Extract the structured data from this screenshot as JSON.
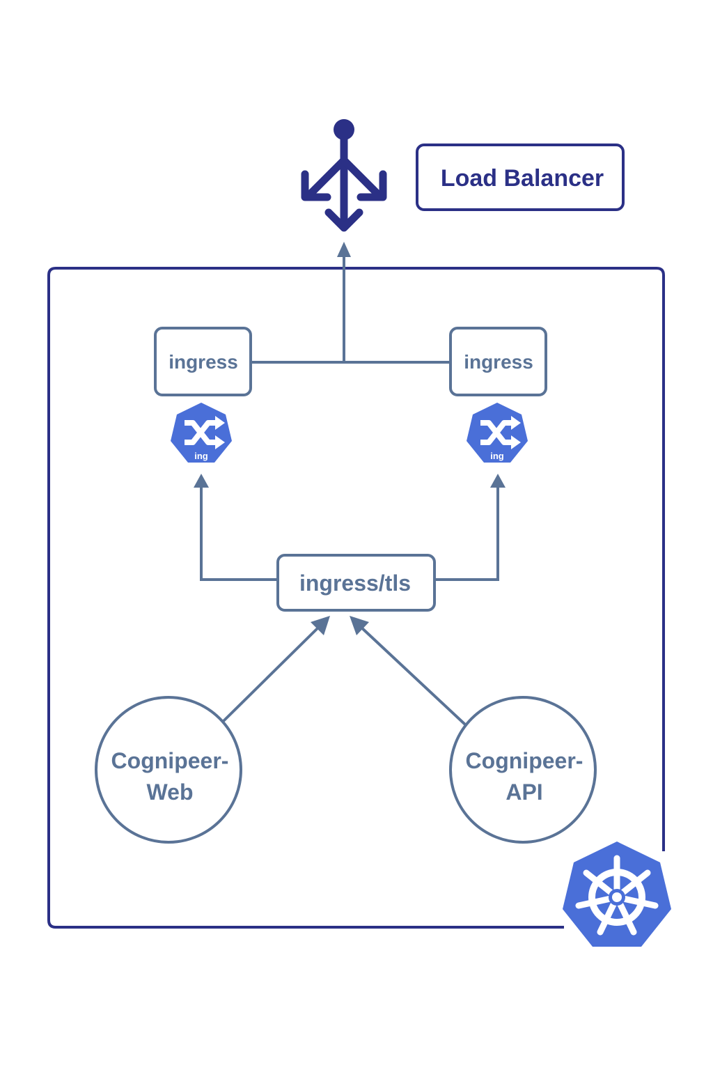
{
  "diagram": {
    "load_balancer": {
      "label": "Load Balancer",
      "icon": "load-balancer-icon"
    },
    "cluster": {
      "icon": "kubernetes-helm-icon"
    },
    "ingress_left": {
      "label": "ingress",
      "icon_text": "ing"
    },
    "ingress_right": {
      "label": "ingress",
      "icon_text": "ing"
    },
    "ingress_tls": {
      "label": "ingress/tls"
    },
    "service_web": {
      "line1": "Cognipeer-",
      "line2": "Web"
    },
    "service_api": {
      "line1": "Cognipeer-",
      "line2": "API"
    },
    "colors": {
      "navy": "#2b3086",
      "slate": "#5a7396",
      "k8s_blue": "#4a6fd8",
      "background": "#ffffff"
    }
  }
}
